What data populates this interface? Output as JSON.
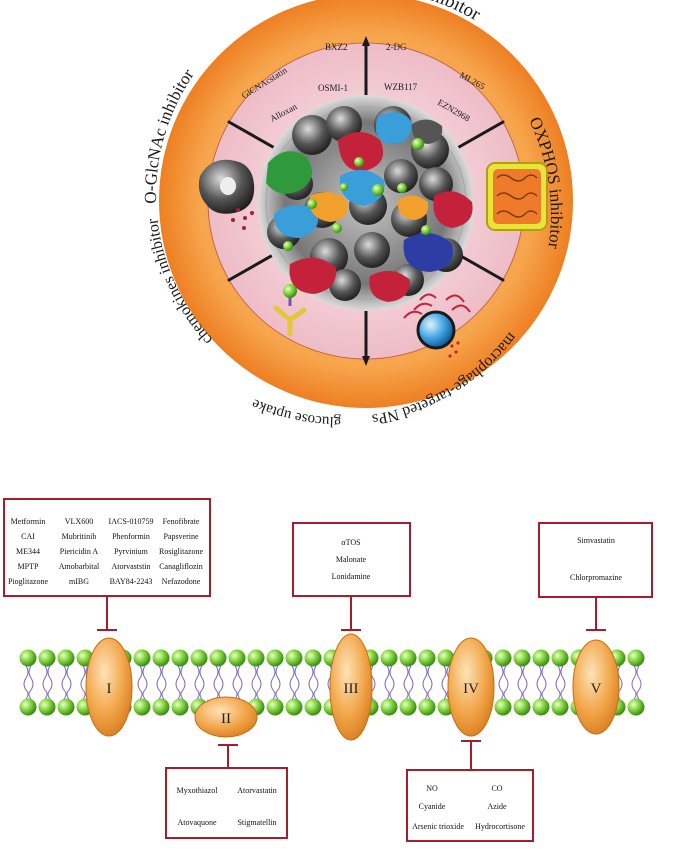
{
  "wheel": {
    "segments": {
      "oglcnac": "O-GlcNAc inhibitor",
      "glycolysis": "Glycolysis inhibitor",
      "oxphos": "OXPHOS inhibitor",
      "np": "macrophage-targeted NPs",
      "glucose": "glucose uptake",
      "chemokines": "chemokines inhibitor"
    },
    "drugs": {
      "bxz2": "BXZ2",
      "glcnacstatin": "GlCNAcstatin",
      "osmi": "OSMI-1",
      "alloxan": "Alloxan",
      "dg": "2-DG",
      "wzb": "WZB117",
      "ml265": "ML265",
      "ezn": "EZN2968"
    }
  },
  "complexes": {
    "labels": [
      "I",
      "II",
      "III",
      "IV",
      "V"
    ],
    "box_I": {
      "rows": [
        [
          "Metformin",
          "VLX600",
          "IACS-010759",
          "Fenofibrate"
        ],
        [
          "CAI",
          "Mubritinib",
          "Phenformin",
          "Papsverine"
        ],
        [
          "ME344",
          "Piericidin A",
          "Pyrvinium",
          "Rosiglitazone"
        ],
        [
          "MPTP",
          "Amobarbital",
          "Atorvaststin",
          "Canagliflozin"
        ],
        [
          "Pioglitazone",
          "mIBG",
          "BAY84-2243",
          "Nefazodone"
        ]
      ]
    },
    "box_III": [
      "αTOS",
      "Malonate",
      "Lonidamine"
    ],
    "box_V": [
      "Simvastatin",
      "Chlorpromazine"
    ],
    "box_II": [
      [
        "Myxothiazol",
        "Atorvastatin"
      ],
      [
        "Atovaquone",
        "Stigmatellin"
      ]
    ],
    "box_IV": [
      [
        "NO",
        "CO"
      ],
      [
        "Cyanide",
        "Azide"
      ],
      [
        "Arsenic trioxide",
        "Hydrocortisone"
      ]
    ]
  },
  "colors": {
    "orange_ring": "#f08a2c",
    "pink_inner": "#f3cfd4",
    "box_border": "#a31d2b",
    "membrane_green": "#7fd13b",
    "complex_orange": "#f2a64a"
  }
}
